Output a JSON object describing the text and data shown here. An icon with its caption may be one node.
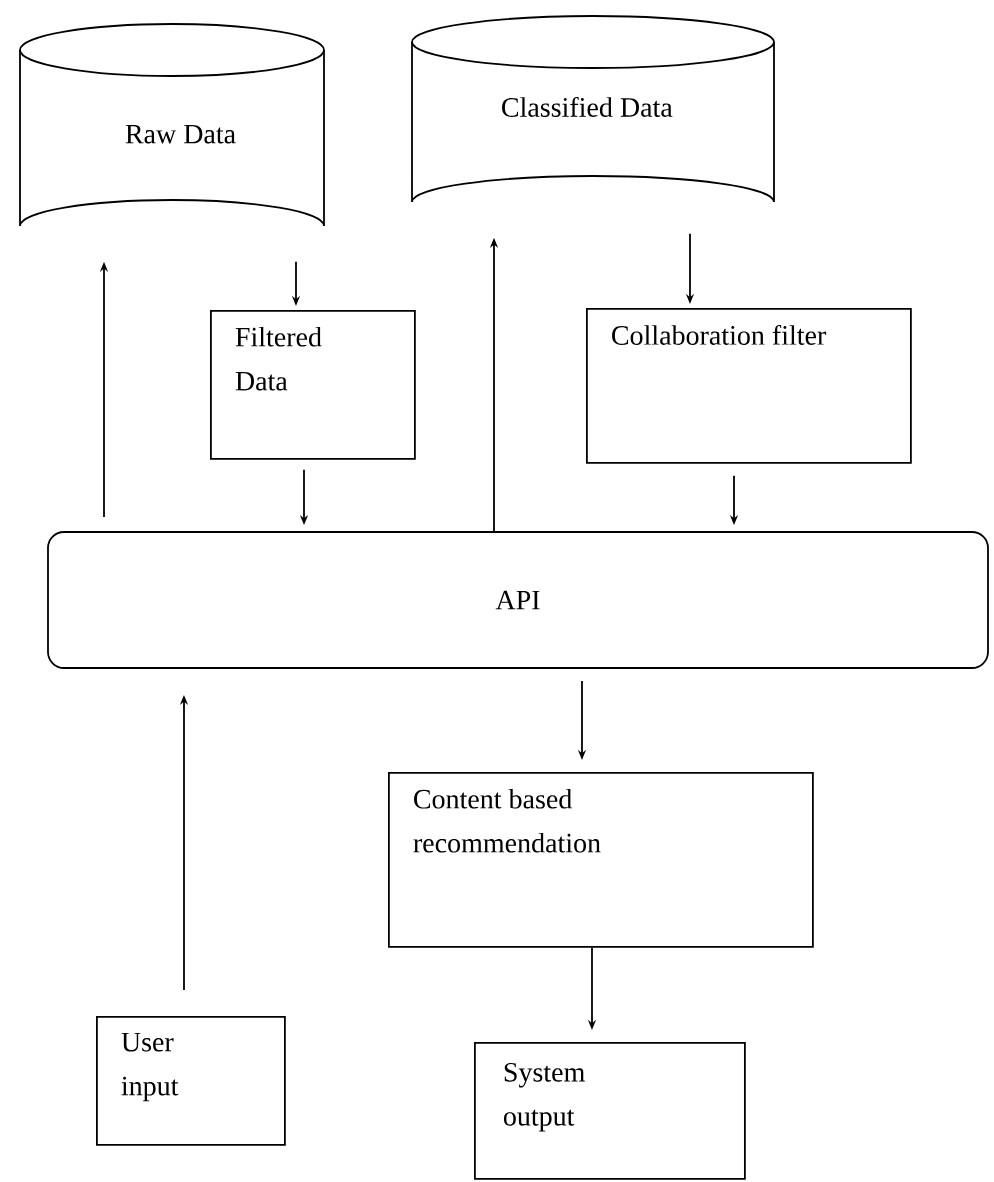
{
  "diagram": {
    "nodes": [
      {
        "text": [
          "Raw Data"
        ]
      },
      {
        "text": [
          "Classified Data"
        ]
      },
      {
        "text": [
          "Filtered Data"
        ]
      },
      {
        "text": [
          "Collaboration filter"
        ]
      },
      {
        "text": [
          "API"
        ]
      },
      {
        "text": [
          "Content based recommendation"
        ]
      },
      {
        "text": [
          "User input"
        ]
      },
      {
        "text": [
          "System output"
        ]
      }
    ],
    "edges": [
      {
        "from": 4,
        "to": 0,
        "arrow": "to"
      },
      {
        "from": 0,
        "to": 2,
        "arrow": "to"
      },
      {
        "from": 2,
        "to": 4,
        "arrow": "to"
      },
      {
        "from": 4,
        "to": 1,
        "arrow": "to"
      },
      {
        "from": 1,
        "to": 3,
        "arrow": "to"
      },
      {
        "from": 3,
        "to": 4,
        "arrow": "to"
      },
      {
        "from": 4,
        "to": 5,
        "arrow": "to"
      },
      {
        "from": 6,
        "to": 4,
        "arrow": "to"
      },
      {
        "from": 5,
        "to": 7,
        "arrow": "to"
      }
    ]
  }
}
